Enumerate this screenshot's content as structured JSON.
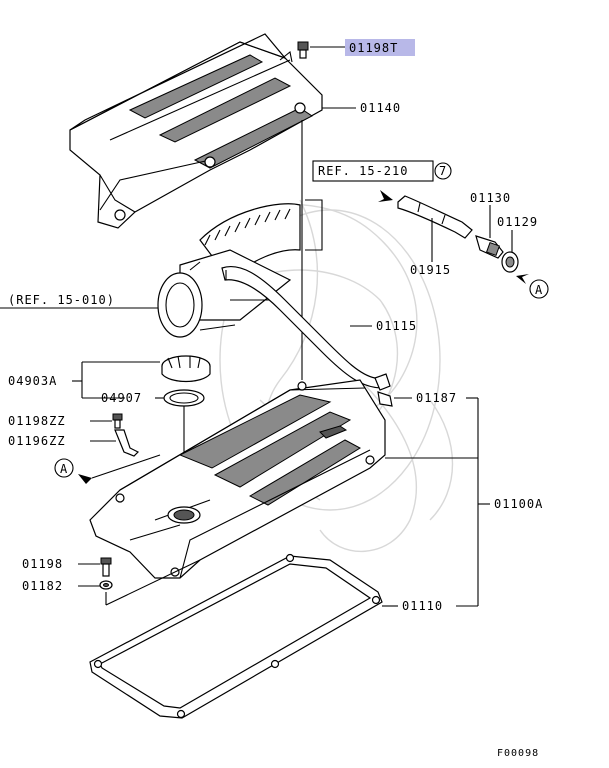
{
  "diagram": {
    "figure_code": "F00098",
    "callouts": {
      "bolt_top": "01198T",
      "cover": "01140",
      "ref_15_210": "REF. 15-210",
      "ref_15_210_num": "7",
      "p01130": "01130",
      "p01129": "01129",
      "p01915": "01915",
      "ref_15_010": "(REF. 15-010)",
      "p01115": "01115",
      "p04903A": "04903A",
      "p04907": "04907",
      "p01198ZZ": "01198ZZ",
      "p01196ZZ": "01196ZZ",
      "p01187": "01187",
      "p01100A": "01100A",
      "p01198": "01198",
      "p01182": "01182",
      "p01110": "01110",
      "marker_a1": "A",
      "marker_a2": "A"
    },
    "colors": {
      "highlight": "#b8b8e8",
      "line": "#000000"
    }
  }
}
